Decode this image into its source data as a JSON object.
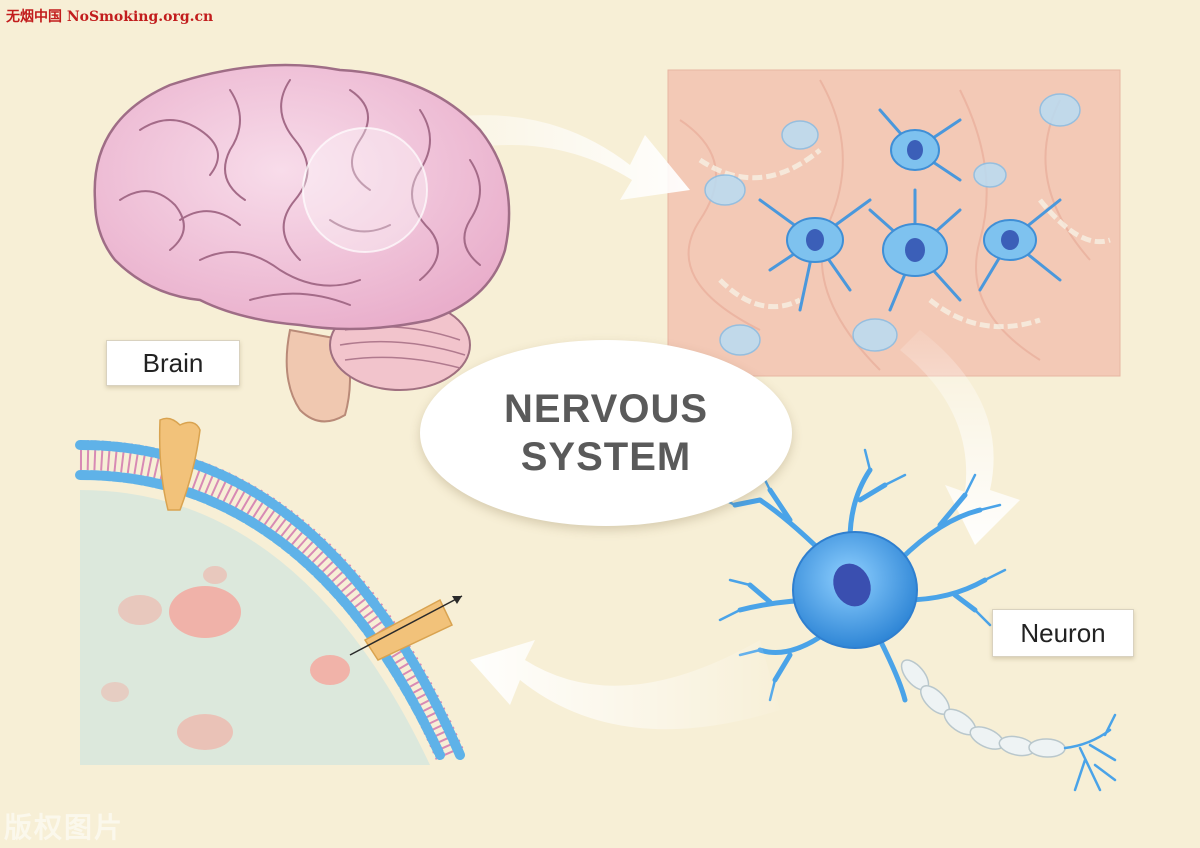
{
  "watermark_top": "无烟中国 NoSmoking.org.cn",
  "watermark_bottom": "版权图片",
  "labels": {
    "brain": "Brain",
    "neuron": "Neuron"
  },
  "title": {
    "line1": "NERVOUS",
    "line2": "SYSTEM"
  },
  "colors": {
    "background": "#f7efd6",
    "brain": "#f2c6dc",
    "neuron": "#4aa3e8",
    "tissue": "#f3c9b6",
    "membrane_head": "#5fb2e8",
    "membrane_tail": "#d88ab4",
    "protein": "#f2c27a",
    "cell_interior": "#dce8dc"
  },
  "icons": {
    "brain": "brain-icon",
    "neuron": "neuron-icon",
    "tissue": "neural-tissue-icon",
    "membrane": "cell-membrane-icon"
  }
}
